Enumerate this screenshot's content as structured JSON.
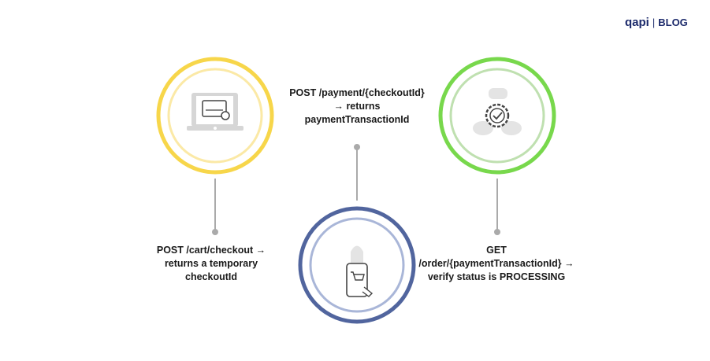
{
  "logo": {
    "brand": "qapi",
    "separator": "|",
    "section": "BLOG"
  },
  "steps": [
    {
      "text": "POST /cart/checkout → returns a temporary checkoutId",
      "lines": [
        "POST /cart/checkout →",
        "returns a temporary",
        "checkoutId"
      ],
      "color": "#f7d64a",
      "inner": "#fbe9a6",
      "icon": "laptop-credit-card-icon"
    },
    {
      "text": "POST /payment/{checkoutId} → returns paymentTransactionId",
      "lines": [
        "POST /payment/{checkoutId}",
        "→ returns",
        "paymentTransactionId"
      ],
      "color": "#51659e",
      "inner": "#a9b6d8",
      "icon": "phone-shopping-cart-icon"
    },
    {
      "text": "GET /order/{paymentTransactionId} → verify status is PROCESSING",
      "lines": [
        "GET",
        "/order/{paymentTransactionId} →",
        "verify status is PROCESSING"
      ],
      "color": "#78d84c",
      "inner": "#bfe0b0",
      "icon": "gear-check-people-icon"
    }
  ]
}
